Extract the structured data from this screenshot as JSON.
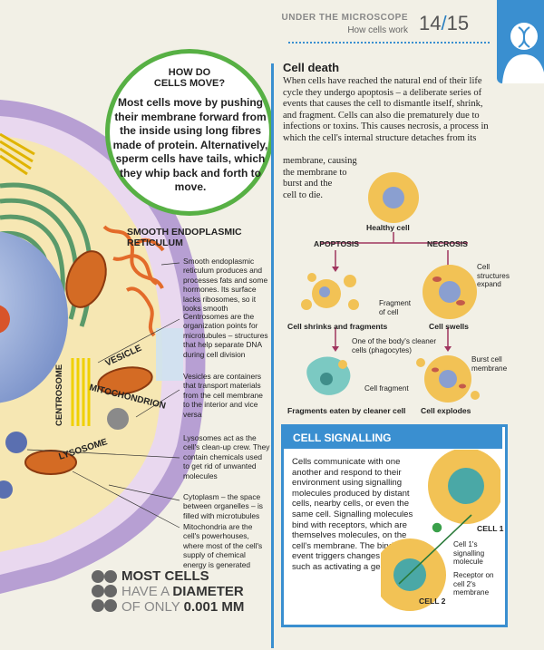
{
  "header": {
    "title": "UNDER THE MICROSCOPE",
    "subtitle": "How cells work",
    "page_current": "14",
    "page_sep": "/",
    "page_total": "15"
  },
  "bubble": {
    "heading_line1": "HOW DO",
    "heading_line2": "CELLS MOVE?",
    "text": "Most cells move by pushing their membrane forward from the inside using long fibres made of protein. Alternatively, sperm cells have tails, which they whip back and forth to move."
  },
  "organelles": {
    "ser_heading_1": "SMOOTH ENDOPLASMIC",
    "ser_heading_2": "RETICULUM",
    "ser_text": "Smooth endoplasmic reticulum produces and processes fats and some hormones. Its surface lacks ribosomes, so it looks smooth",
    "centrosome_text": "Centrosomes are the organization points for microtubules – structures that help separate DNA during cell division",
    "vesicle_text": "Vesicles are containers that transport materials from the cell membrane to the interior and vice versa",
    "lysosome_text": "Lysosomes act as the cell's clean-up crew. They contain chemicals used to get rid of unwanted molecules",
    "cytoplasm_text": "Cytoplasm – the space between organelles – is filled with microtubules",
    "mito_text": "Mitochondria are the cell's powerhouses, where most of the cell's supply of chemical energy is generated",
    "label_vesicle": "VESICLE",
    "label_centrosome": "CENTROSOME",
    "label_mito": "MITOCHONDRION",
    "label_lysosome": "LYSOSOME"
  },
  "fact": {
    "line1": "MOST CELLS",
    "line2a": "HAVE A ",
    "line2b": "DIAMETER",
    "line3a": "OF ONLY ",
    "line3b": "0.001 MM"
  },
  "cell_death": {
    "heading": "Cell death",
    "text_a": "When cells have reached the natural end of their life cycle they undergo apoptosis – a deliberate series of events that causes the cell to dismantle itself, shrink, and fragment. Cells can also die prematurely due to infections or toxins. This causes necrosis, a process in which the cell's internal structure detaches from its",
    "text_b1": "membrane, causing",
    "text_b2": "the membrane to",
    "text_b3": "burst and the",
    "text_b4": "cell to die.",
    "healthy": "Healthy cell",
    "apoptosis": "APOPTOSIS",
    "necrosis": "NECROSIS",
    "fragment_of_cell": "Fragment of cell",
    "structures_expand": "Cell structures expand",
    "shrinks": "Cell shrinks and fragments",
    "swells": "Cell swells",
    "phagocytes": "One of the body's cleaner cells (phagocytes)",
    "cell_fragment": "Cell fragment",
    "burst_membrane": "Burst cell membrane",
    "eaten": "Fragments eaten by cleaner cell",
    "explodes": "Cell explodes"
  },
  "signalling": {
    "heading": "CELL SIGNALLING",
    "text": "Cells communicate with one another and respond to their environment using signalling molecules produced by distant cells, nearby cells, or even the same cell. Signalling molecules bind with receptors, which are themselves molecules, on the cell's membrane. The binding event triggers changes in the cell, such as activating a gene.",
    "cell1": "CELL 1",
    "cell2": "CELL 2",
    "signal_mol": "Cell 1's signalling molecule",
    "receptor": "Receptor on cell 2's membrane"
  },
  "colors": {
    "accent_blue": "#3a8fd0",
    "bubble_green": "#57b044",
    "cell_yellow": "#f2c255",
    "nucleus_blue": "#8a9fd0"
  }
}
